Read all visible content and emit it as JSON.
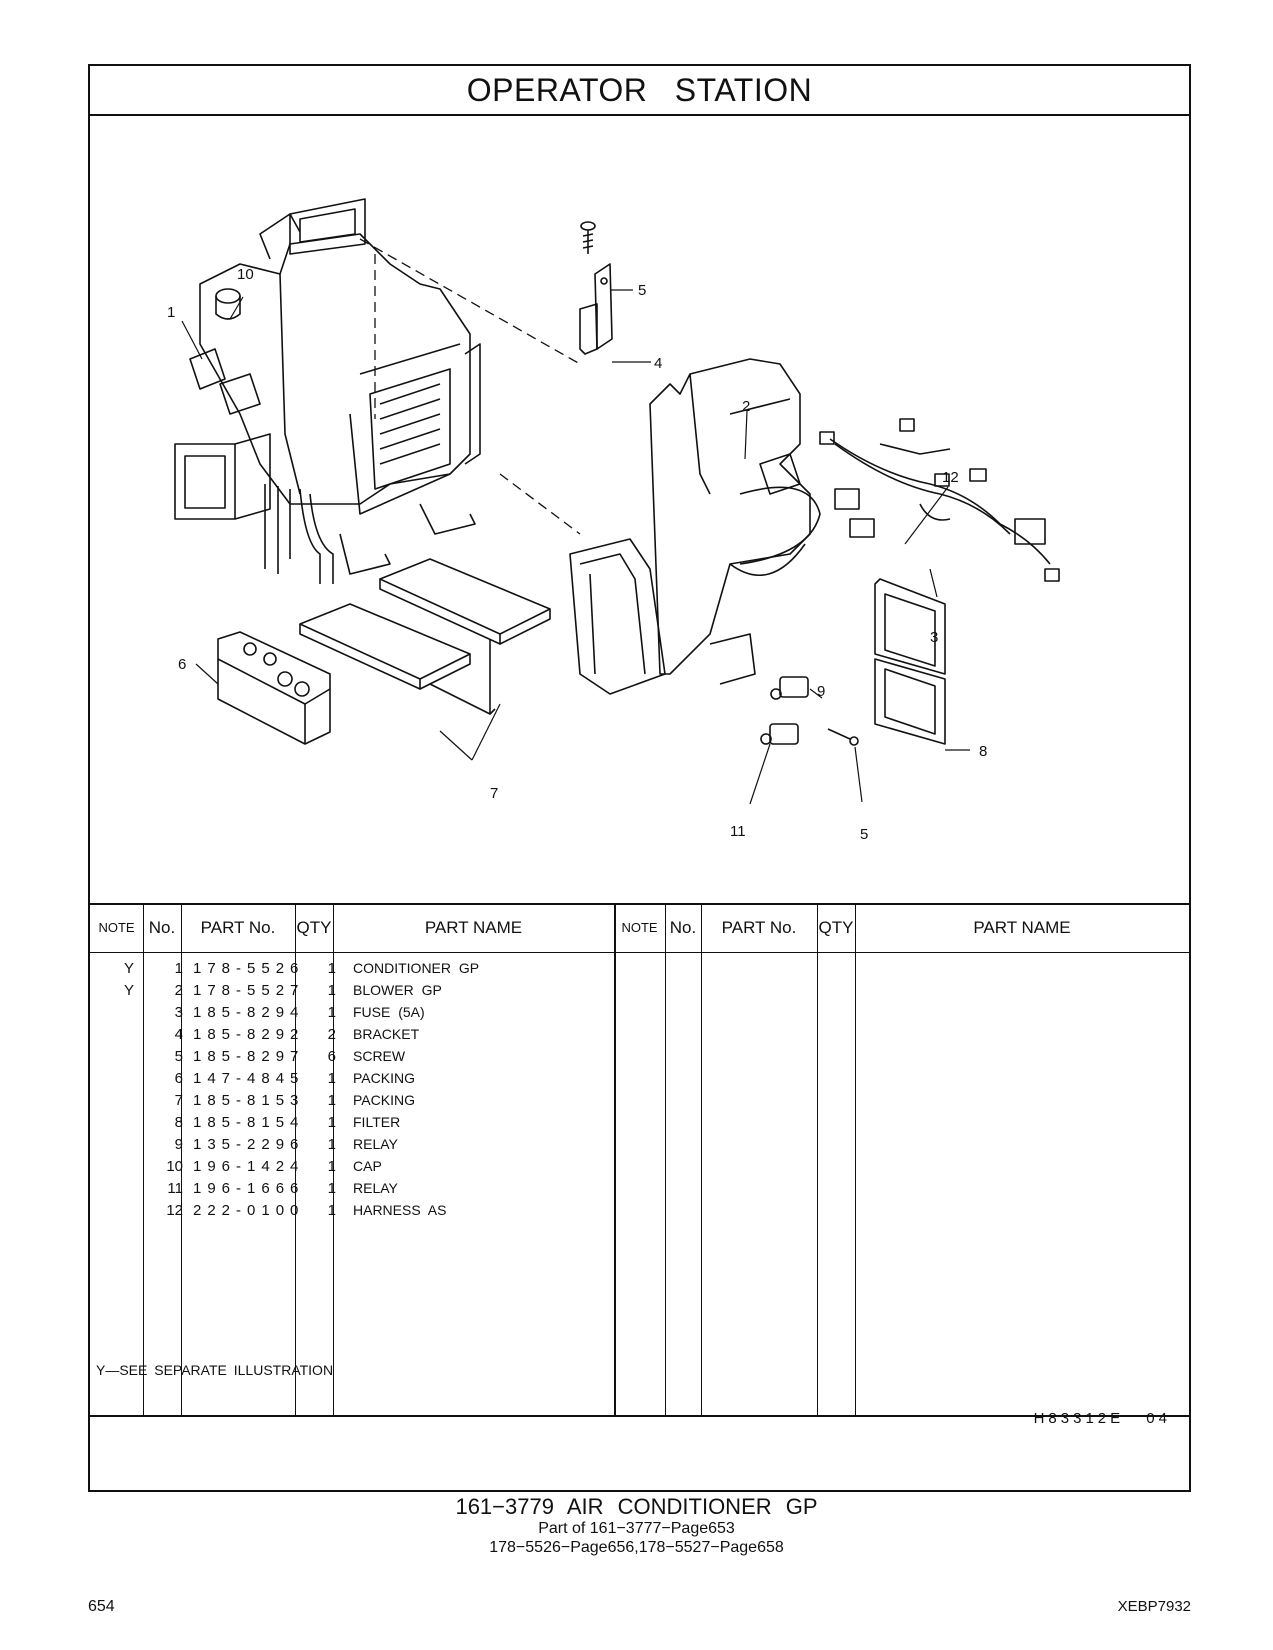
{
  "title": "OPERATOR   STATION",
  "diagram": {
    "callouts": [
      "1",
      "2",
      "3",
      "4",
      "5",
      "5",
      "6",
      "7",
      "8",
      "9",
      "10",
      "11",
      "12"
    ]
  },
  "table": {
    "headers": {
      "note": "NOTE",
      "no": "No.",
      "part_no": "PART No.",
      "qty": "QTY",
      "part_name": "PART NAME"
    },
    "rows": [
      {
        "note": "Y",
        "no": "1",
        "part_no": "178-5526",
        "qty": "1",
        "name": "CONDITIONER  GP"
      },
      {
        "note": "Y",
        "no": "2",
        "part_no": "178-5527",
        "qty": "1",
        "name": "BLOWER  GP"
      },
      {
        "note": "",
        "no": "3",
        "part_no": "185-8294",
        "qty": "1",
        "name": "FUSE (5A)"
      },
      {
        "note": "",
        "no": "4",
        "part_no": "185-8292",
        "qty": "2",
        "name": "BRACKET"
      },
      {
        "note": "",
        "no": "5",
        "part_no": "185-8297",
        "qty": "6",
        "name": "SCREW"
      },
      {
        "note": "",
        "no": "6",
        "part_no": "147-4845",
        "qty": "1",
        "name": "PACKING"
      },
      {
        "note": "",
        "no": "7",
        "part_no": "185-8153",
        "qty": "1",
        "name": "PACKING"
      },
      {
        "note": "",
        "no": "8",
        "part_no": "185-8154",
        "qty": "1",
        "name": "FILTER"
      },
      {
        "note": "",
        "no": "9",
        "part_no": "135-2296",
        "qty": "1",
        "name": "RELAY"
      },
      {
        "note": "",
        "no": "10",
        "part_no": "196-1424",
        "qty": "1",
        "name": "CAP"
      },
      {
        "note": "",
        "no": "11",
        "part_no": "196-1666",
        "qty": "1",
        "name": "RELAY"
      },
      {
        "note": "",
        "no": "12",
        "part_no": "222-0100",
        "qty": "1",
        "name": "HARNESS  AS"
      }
    ]
  },
  "footnote": "Y—SEE  SEPARATE  ILLUSTRATION",
  "illustration_code": "H83312E  04",
  "caption": {
    "line1": "161−3779   AIR  CONDITIONER  GP",
    "line2": "Part of 161−3777−Page653",
    "line3": "178−5526−Page656,178−5527−Page658"
  },
  "page_number": "654",
  "doc_code": "XEBP7932"
}
